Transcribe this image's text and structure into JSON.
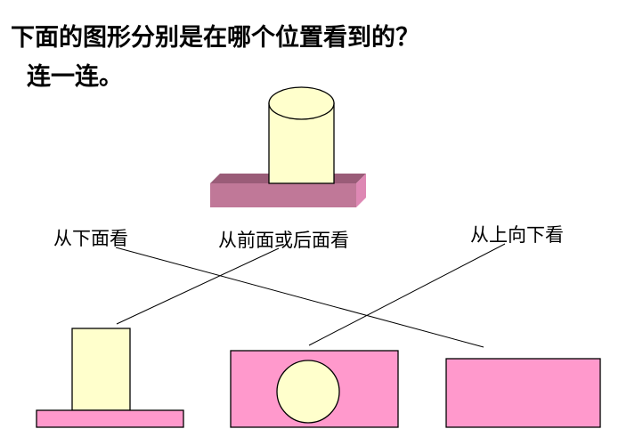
{
  "question": {
    "line1": "下面的图形分别是在哪个位置看到的？",
    "line2": "连一连。"
  },
  "labels": {
    "from_below": "从下面看",
    "from_front_back": "从前面或后面看",
    "from_top": "从上向下看"
  },
  "colors": {
    "cylinder": "#ffffcc",
    "base_front": "#c07898",
    "base_top": "#9a5c78",
    "base_side": "#de88b4",
    "view_pink": "#ff99cc"
  }
}
